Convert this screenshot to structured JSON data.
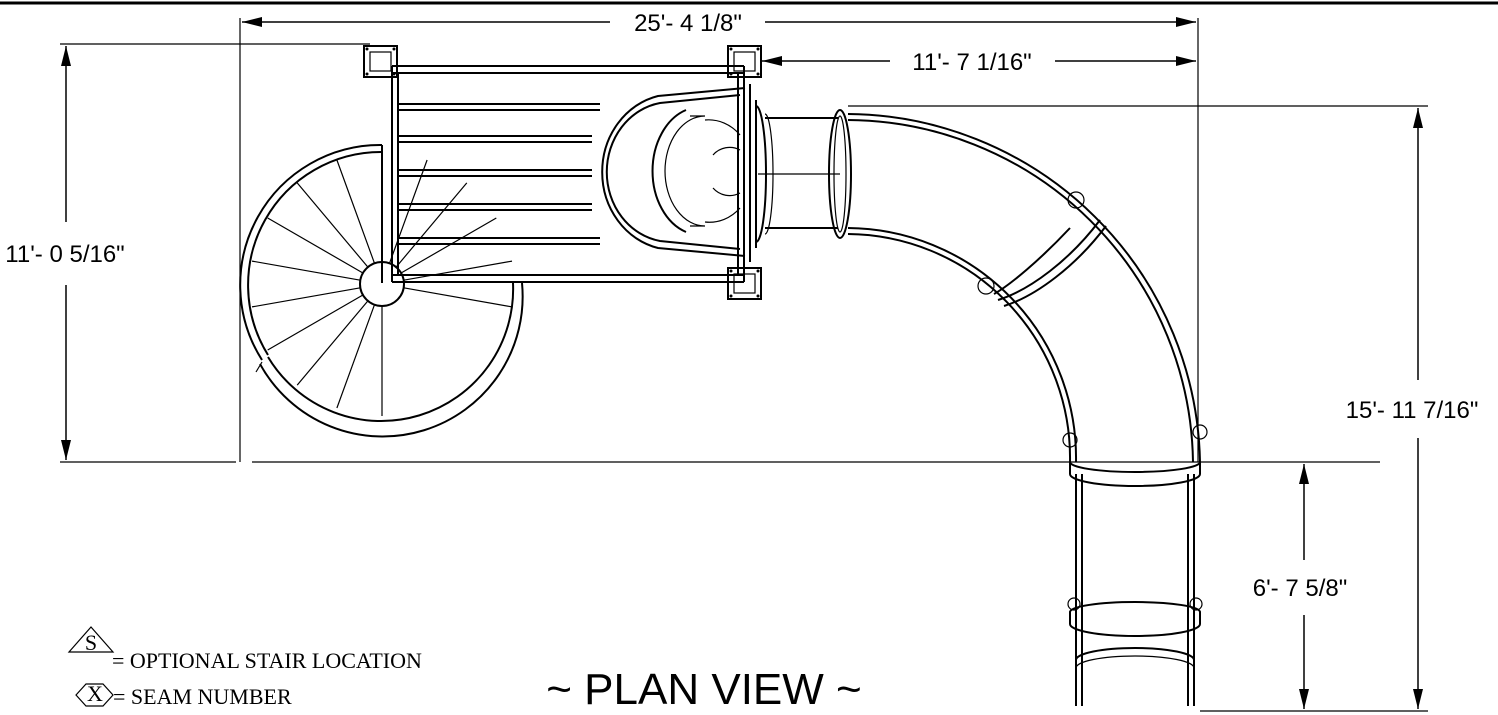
{
  "dimensions": {
    "overall_width": "25'- 4 1/8\"",
    "upper_right_width": "11'- 7 1/16\"",
    "left_height": "11'- 0 5/16\"",
    "right_height": "15'- 11 7/16\"",
    "exit_length": "6'- 7 5/8\""
  },
  "view_title": "~ PLAN VIEW ~",
  "legend": {
    "stair_symbol": "S",
    "stair_text": "= OPTIONAL STAIR LOCATION",
    "seam_symbol": "X",
    "seam_text": "= SEAM NUMBER"
  }
}
